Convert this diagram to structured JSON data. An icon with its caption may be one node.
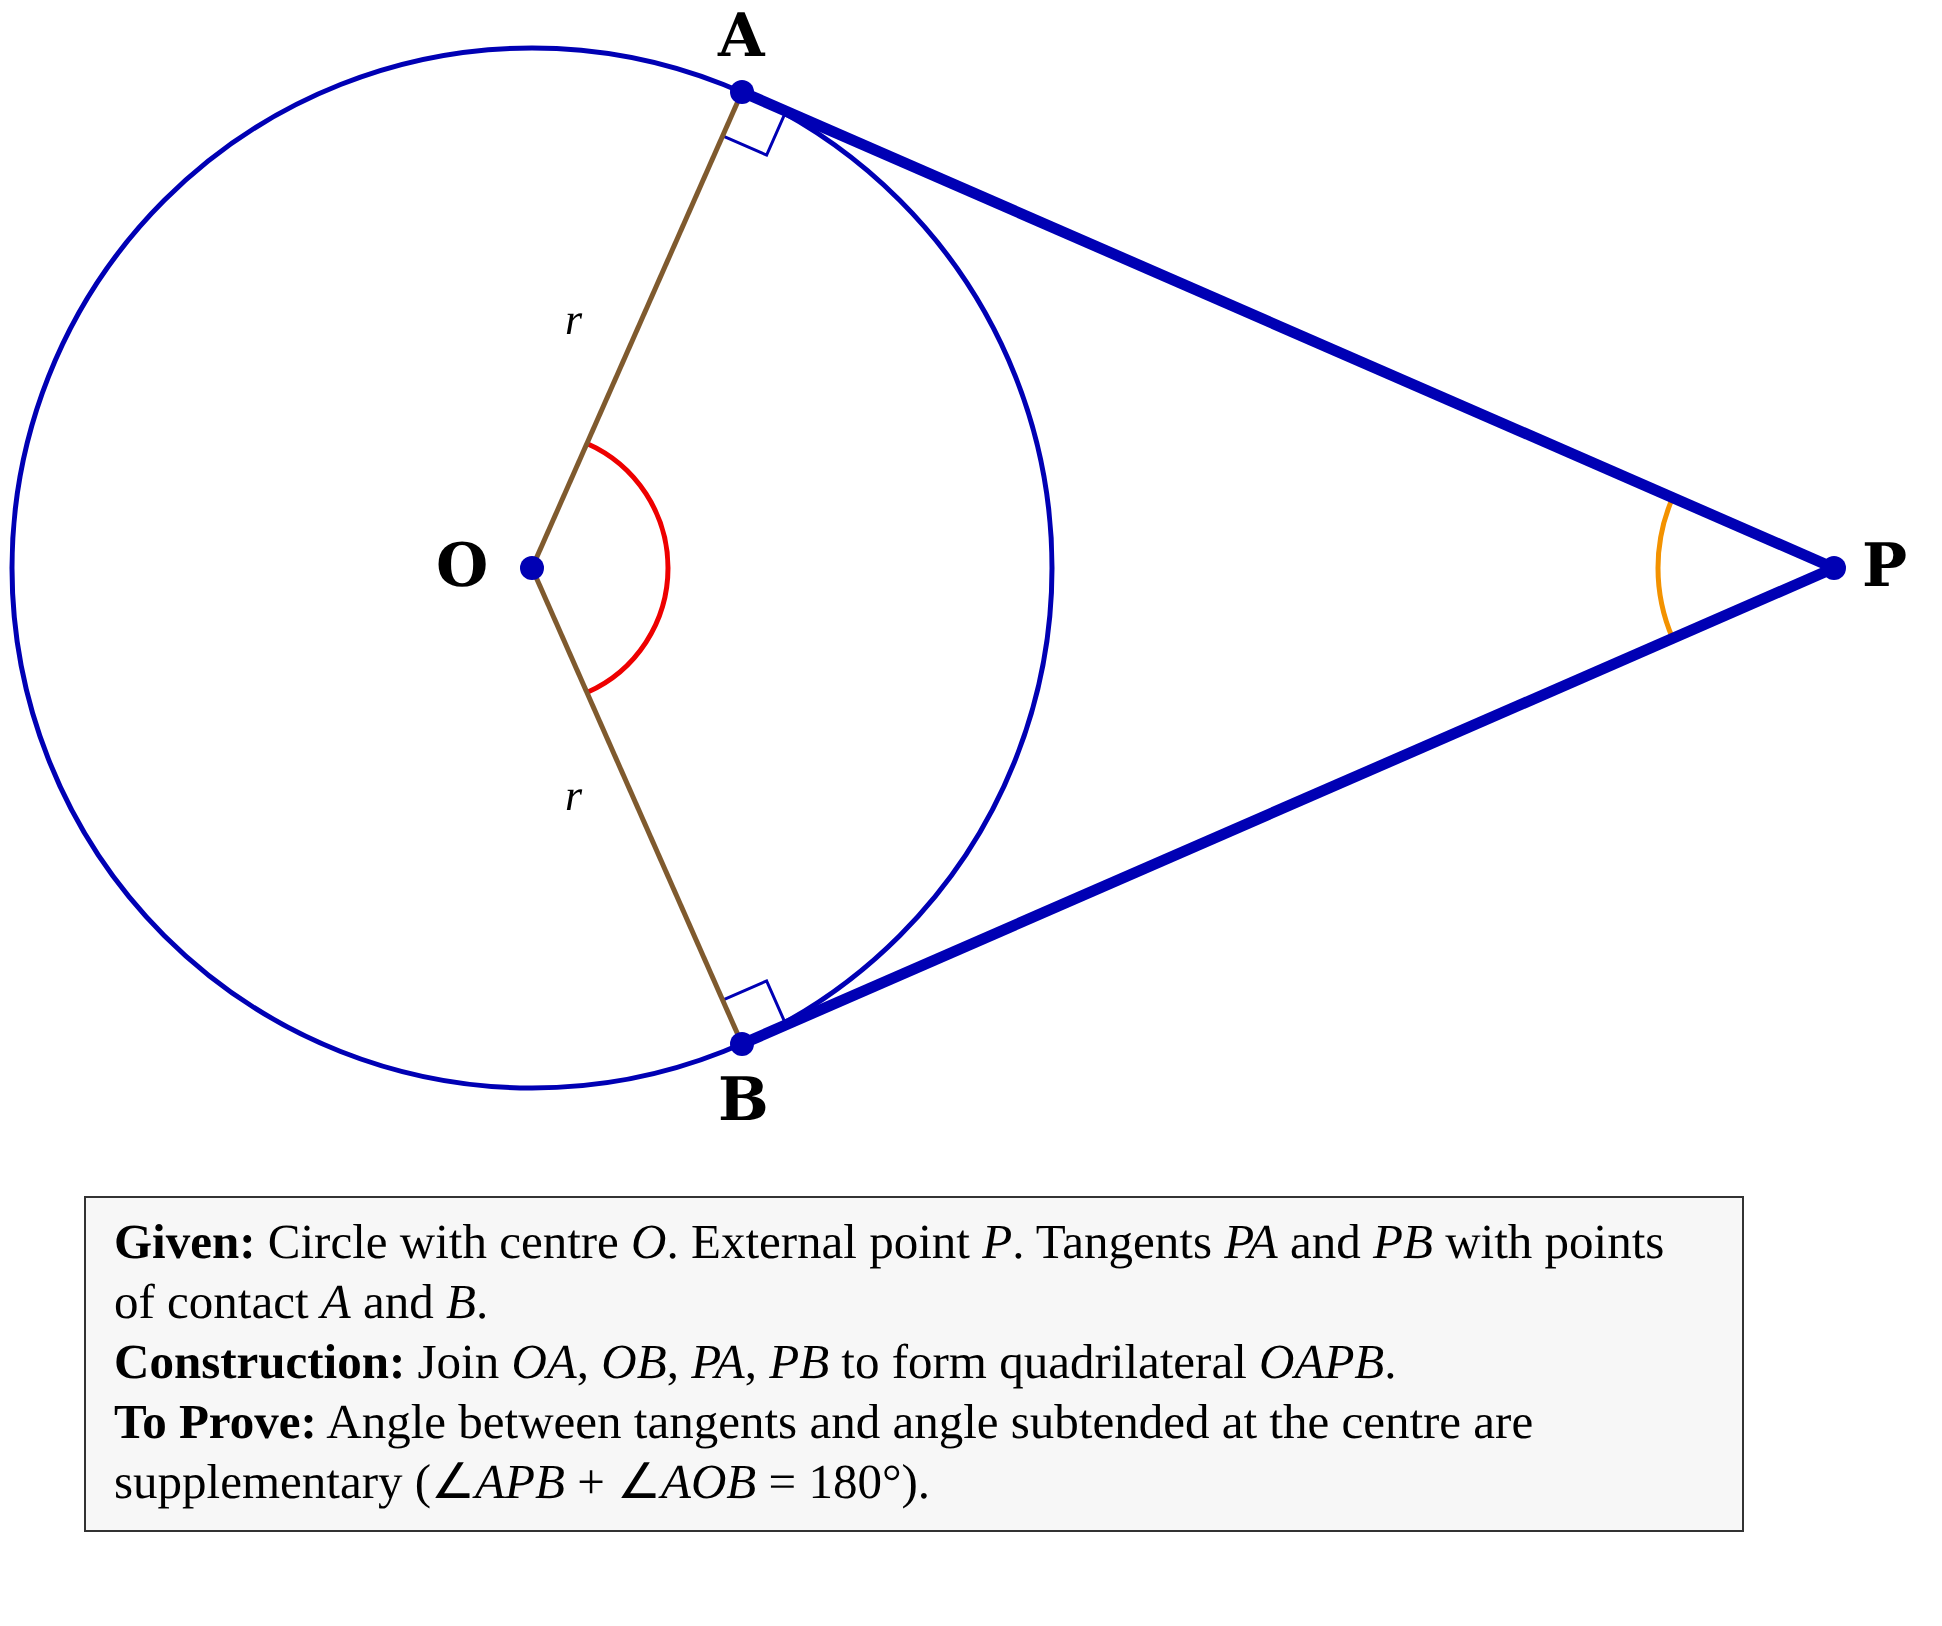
{
  "diagram": {
    "nodes": [
      {
        "text": [
          "A"
        ]
      },
      {
        "text": [
          "O"
        ]
      },
      {
        "text": [
          "P"
        ]
      },
      {
        "text": [
          "B"
        ]
      },
      {
        "text": [
          "**Given:** Circle with centre *O*. External point *P*. Tangents *PA* and *PB* with points of contact *A* and *B*.",
          "**Construction:** Join *OA*, *OB*, *PA*, *PB* to form quadrilateral *OAPB*.",
          "**To Prove:** Angle between tangents and angle subtended at the centre are supplementary (∠*APB* + ∠*AOB* = 180°)."
        ]
      }
    ],
    "edges": [
      {
        "from": 1,
        "to": 0,
        "arrow": "none",
        "label": "r",
        "color": "#7f5a2e"
      },
      {
        "from": 1,
        "to": 3,
        "arrow": "none",
        "label": "r",
        "color": "#7f5a2e"
      },
      {
        "from": 0,
        "to": 2,
        "arrow": "none",
        "style": "thick",
        "color": "#0000b4"
      },
      {
        "from": 3,
        "to": 2,
        "arrow": "none",
        "style": "thick",
        "color": "#0000b4"
      }
    ]
  }
}
